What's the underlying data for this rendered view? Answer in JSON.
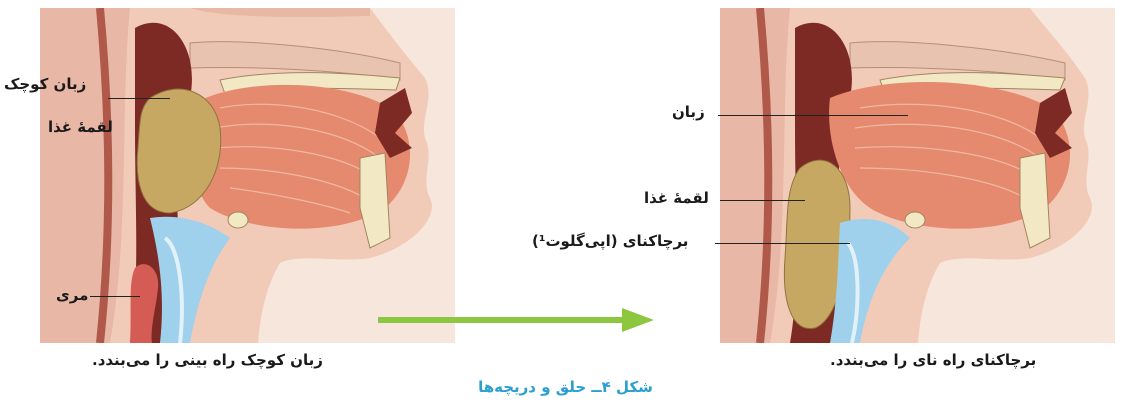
{
  "left_panel": {
    "labels": {
      "uvula": "زبان کوچک",
      "bolus": "لقمهٔ غذا",
      "esophagus": "مری"
    },
    "caption": "زبان کوچک راه بینی را می‌بندد."
  },
  "right_panel": {
    "labels": {
      "tongue": "زبان",
      "bolus": "لقمهٔ غذا",
      "epiglottis": "برچاکنای (اپی‌گلوت¹)"
    },
    "caption": "برچاکنای راه نای را می‌بندد."
  },
  "figure_title": "شکل ۴ــ حلق و دریچه‌ها",
  "colors": {
    "arrow": "#8dc63f",
    "title": "#2aa0d0",
    "skin": "#f2cbb8",
    "muscle": "#e58a6e",
    "bolus": "#c7a862",
    "trachea": "#9fd0ec"
  }
}
